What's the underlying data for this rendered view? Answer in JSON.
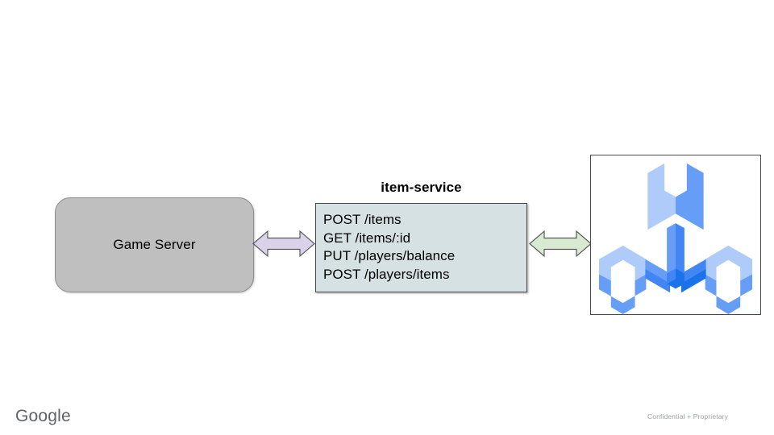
{
  "slide": {
    "background_color": "#ffffff"
  },
  "game_server": {
    "label": "Game Server",
    "fill_color": "#bfbfbf",
    "border_color": "#8c8c8c"
  },
  "service": {
    "title": "item-service",
    "fill_color": "#d5e1e2",
    "border_color": "#43484a",
    "endpoints": [
      "POST /items",
      "GET /items/:id",
      "PUT /players/balance",
      "POST /players/items"
    ]
  },
  "connectors": [
    {
      "name": "game-server-to-item-service",
      "icon": "double-arrow-icon",
      "fill_color": "#d9d2e9",
      "border_color": "#595959"
    },
    {
      "name": "item-service-to-tool",
      "icon": "double-arrow-icon",
      "fill_color": "#d9ead3",
      "border_color": "#595959"
    }
  ],
  "image_panel": {
    "icon": "isometric-three-prong-wrench-icon",
    "border_color": "#46494c",
    "colors": {
      "light_blue": "#aecbfa",
      "medium_blue": "#669df6",
      "dark_blue": "#4285f4",
      "deep_blue": "#1a73e8"
    }
  },
  "footer": {
    "brand": "Google",
    "brand_color": "#5f6368",
    "confidential": "Confidential + Proprietary",
    "confidential_color": "#9aa0a6"
  }
}
